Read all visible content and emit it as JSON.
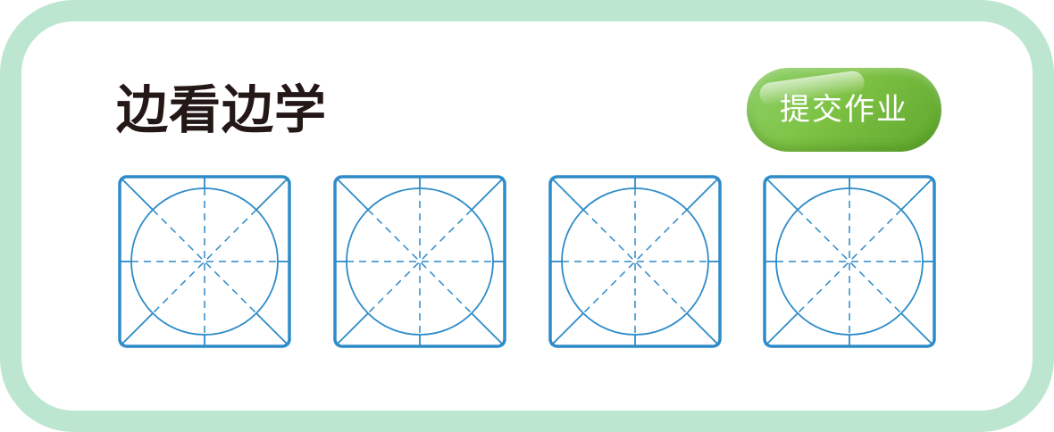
{
  "section": {
    "title": "边看边学"
  },
  "actions": {
    "submit_label": "提交作业"
  },
  "practice_grid": {
    "cells": [
      {
        "name": "practice-cell-1"
      },
      {
        "name": "practice-cell-2"
      },
      {
        "name": "practice-cell-3"
      },
      {
        "name": "practice-cell-4"
      }
    ]
  },
  "colors": {
    "frame": "#bde6d0",
    "grid_line": "#2e8bc9",
    "button_green": "#7ec244",
    "title_text": "#231816"
  }
}
